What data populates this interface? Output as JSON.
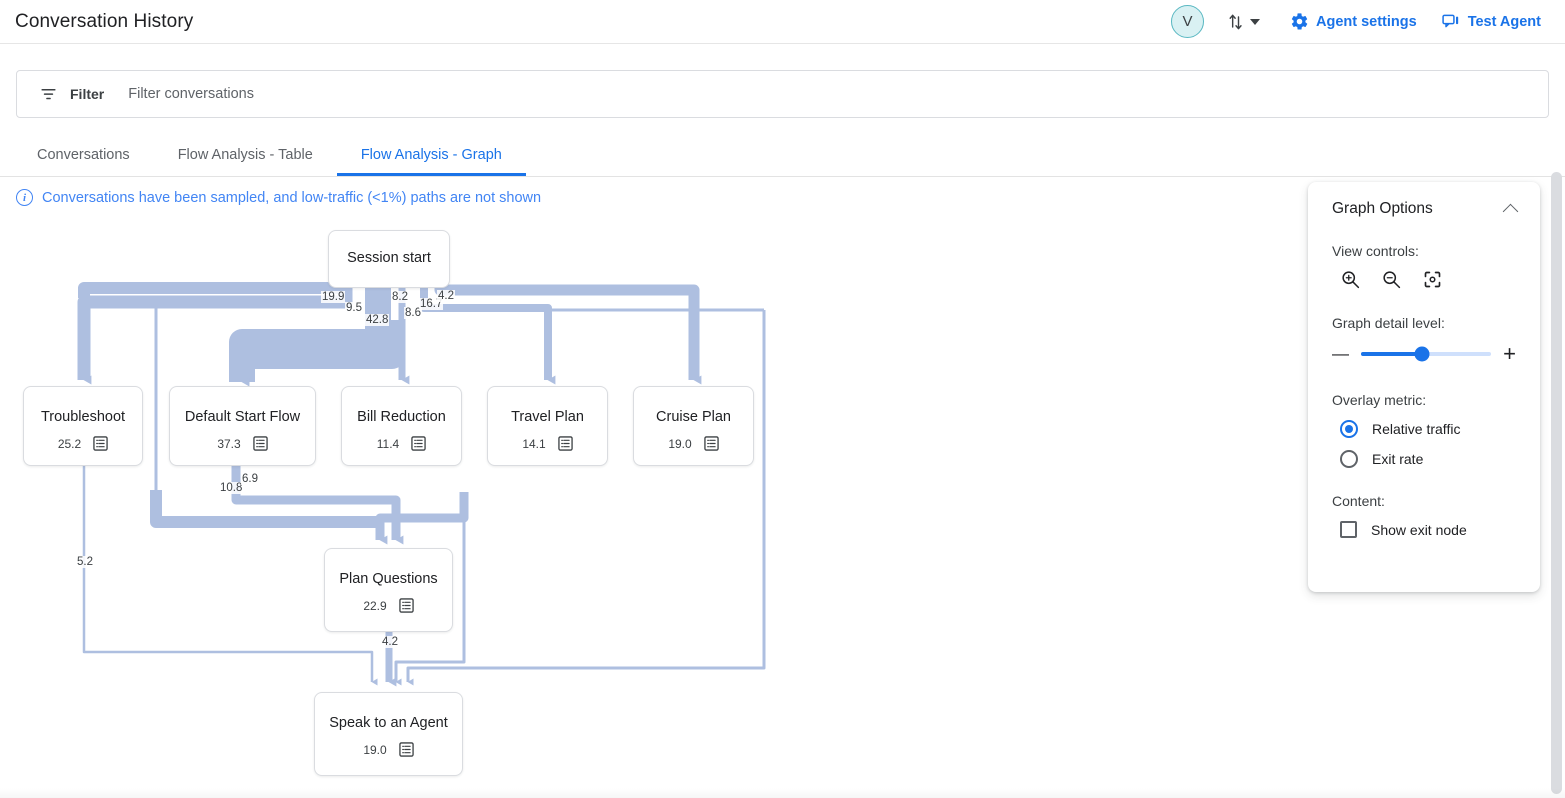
{
  "header": {
    "title": "Conversation History",
    "avatar_initial": "V",
    "sort_icon": "sort-arrows-icon",
    "caret_icon": "chevron-down-icon",
    "agent_settings_label": "Agent settings",
    "agent_settings_icon": "gear-icon",
    "test_agent_label": "Test Agent",
    "test_agent_icon": "chat-bubble-icon",
    "accent_color": "#1a73e8"
  },
  "filter_bar": {
    "icon": "filter-icon",
    "label": "Filter",
    "placeholder": "Filter conversations",
    "value": ""
  },
  "tabs": [
    {
      "label": "Conversations",
      "active": false
    },
    {
      "label": "Flow Analysis - Table",
      "active": false
    },
    {
      "label": "Flow Analysis - Graph",
      "active": true
    }
  ],
  "notice": {
    "icon": "info-icon",
    "text": "Conversations have been sampled, and low-traffic (<1%) paths are not shown",
    "color": "#4285f4"
  },
  "graph": {
    "node_value_icon": "list-view-icon",
    "edge_color": "#aebfe0",
    "nodes": [
      {
        "id": "session-start",
        "label": "Session start",
        "value": null
      },
      {
        "id": "troubleshoot",
        "label": "Troubleshoot",
        "value": "25.2"
      },
      {
        "id": "default-start-flow",
        "label": "Default Start Flow",
        "value": "37.3"
      },
      {
        "id": "bill-reduction",
        "label": "Bill Reduction",
        "value": "11.4"
      },
      {
        "id": "travel-plan",
        "label": "Travel Plan",
        "value": "14.1"
      },
      {
        "id": "cruise-plan",
        "label": "Cruise Plan",
        "value": "19.0"
      },
      {
        "id": "plan-questions",
        "label": "Plan Questions",
        "value": "22.9"
      },
      {
        "id": "speak-to-an-agent",
        "label": "Speak to an Agent",
        "value": "19.0"
      }
    ],
    "edge_labels": [
      {
        "id": "e-19-9",
        "text": "19.9"
      },
      {
        "id": "e-9-5",
        "text": "9.5"
      },
      {
        "id": "e-42-8",
        "text": "42.8"
      },
      {
        "id": "e-8-2",
        "text": "8.2"
      },
      {
        "id": "e-8-6",
        "text": "8.6"
      },
      {
        "id": "e-16-7",
        "text": "16.7"
      },
      {
        "id": "e-4-2-top",
        "text": "4.2"
      },
      {
        "id": "e-10-8",
        "text": "10.8"
      },
      {
        "id": "e-6-9",
        "text": "6.9"
      },
      {
        "id": "e-5-2",
        "text": "5.2"
      },
      {
        "id": "e-4-2-bottom",
        "text": "4.2"
      }
    ]
  },
  "graph_options": {
    "title": "Graph Options",
    "collapse_icon": "chevron-up-icon",
    "view_controls_label": "View controls:",
    "view_controls": [
      {
        "id": "zoom-in",
        "icon": "zoom-in-icon"
      },
      {
        "id": "zoom-out",
        "icon": "zoom-out-icon"
      },
      {
        "id": "fit-to-screen",
        "icon": "center-focus-icon"
      }
    ],
    "detail_label": "Graph detail level:",
    "detail_minus": "—",
    "detail_plus": "+",
    "detail_percent": 47,
    "overlay_label": "Overlay metric:",
    "overlay_options": [
      {
        "id": "relative-traffic",
        "label": "Relative traffic",
        "selected": true
      },
      {
        "id": "exit-rate",
        "label": "Exit rate",
        "selected": false
      }
    ],
    "content_label": "Content:",
    "content_options": [
      {
        "id": "show-exit-node",
        "label": "Show exit node",
        "checked": false
      }
    ]
  }
}
